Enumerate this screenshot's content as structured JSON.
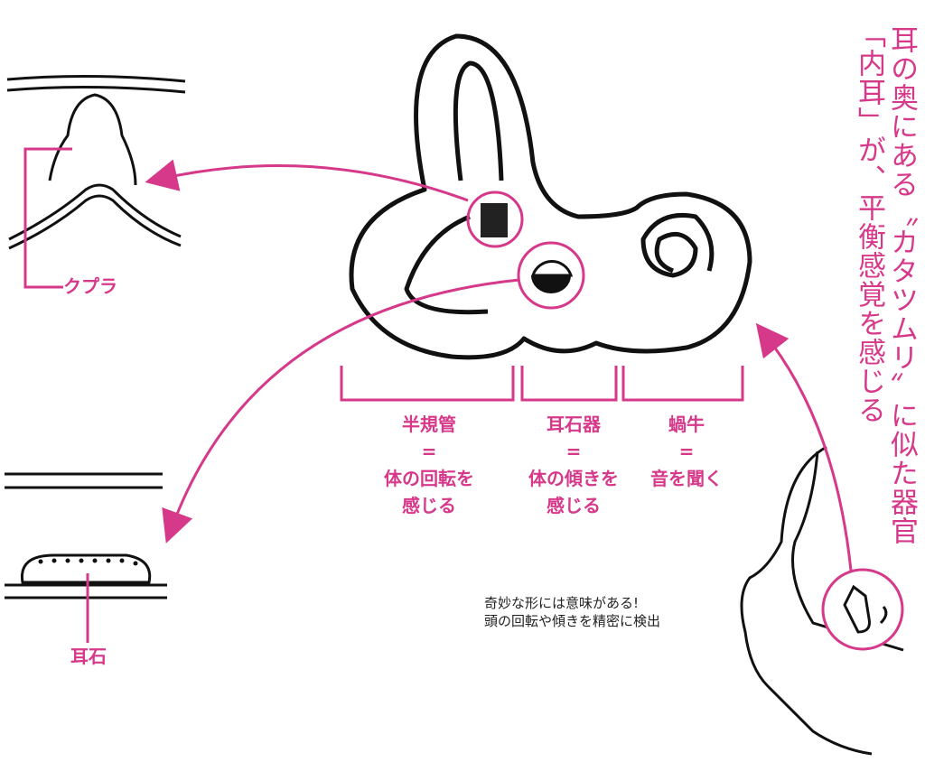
{
  "title_lines": [
    "耳の奥にある〝カタツムリ〟に似た器官",
    "「内耳」が、平衡感覚を感じる"
  ],
  "labels": {
    "cupula": "クプラ",
    "otolith": "耳石"
  },
  "organs": [
    {
      "name": "半規管",
      "eq": "=",
      "function_lines": [
        "体の回転を",
        "感じる"
      ]
    },
    {
      "name": "耳石器",
      "eq": "=",
      "function_lines": [
        "体の傾きを",
        "感じる"
      ]
    },
    {
      "name": "蝸牛",
      "eq": "=",
      "function_lines": [
        "音を聞く"
      ]
    }
  ],
  "caption_lines": [
    "奇妙な形には意味がある!",
    "頭の回転や傾きを精密に検出"
  ],
  "colors": {
    "accent": "#d6388a",
    "ink": "#111111"
  }
}
